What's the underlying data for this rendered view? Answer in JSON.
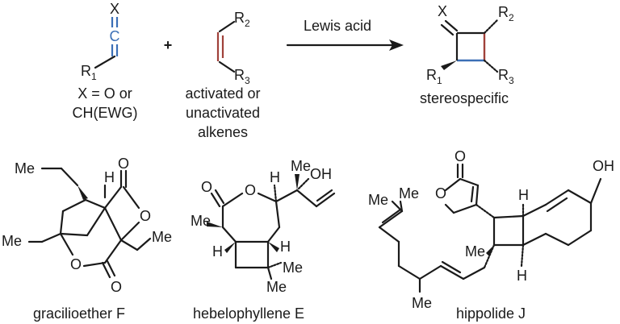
{
  "reaction": {
    "x_atom": "X",
    "c_atom": "C",
    "r1": "R",
    "r1_sub": "1",
    "plus": "+",
    "r2": "R",
    "r2_sub": "2",
    "r3": "R",
    "r3_sub": "3",
    "arrow_label": "Lewis acid",
    "ketene_note_line1": "X = O or",
    "ketene_note_line2": "CH(EWG)",
    "alkene_note_line1": "activated or",
    "alkene_note_line2": "unactivated",
    "alkene_note_line3": "alkenes",
    "product_x": "X",
    "product_r1": "R",
    "product_r1_sub": "1",
    "product_r2": "R",
    "product_r2_sub": "2",
    "product_r3": "R",
    "product_r3_sub": "3",
    "product_note": "stereospecific"
  },
  "colors": {
    "ketene_bond": "#3b6fb6",
    "alkene_bond": "#a0413a",
    "ink": "#1a1a1a"
  },
  "molecules": {
    "gracilioether": {
      "name": "gracilioether F",
      "atom_me_top": "Me",
      "atom_me_left": "Me",
      "atom_me_right": "Me",
      "atom_h": "H",
      "atom_o_top": "O",
      "atom_o_ring_right": "O",
      "atom_o_ring_left": "O",
      "atom_o_bottom": "O"
    },
    "hebelophyllene": {
      "name": "hebelophyllene E",
      "atom_o_carbonyl": "O",
      "atom_o_ring": "O",
      "atom_h_top": "H",
      "atom_me_top": "Me",
      "atom_oh": "OH",
      "atom_me_left": "Me",
      "atom_h_left": "H",
      "atom_h_right": "H",
      "atom_me_right": "Me",
      "atom_me_bottom": "Me"
    },
    "hippolide": {
      "name": "hippolide J",
      "atom_o_carbonyl": "O",
      "atom_o_ring": "O",
      "atom_h_top": "H",
      "atom_oh": "OH",
      "atom_me_1": "Me",
      "atom_me_2": "Me",
      "atom_me_3": "Me",
      "atom_me_chain": "Me",
      "atom_h_bottom": "H"
    }
  }
}
